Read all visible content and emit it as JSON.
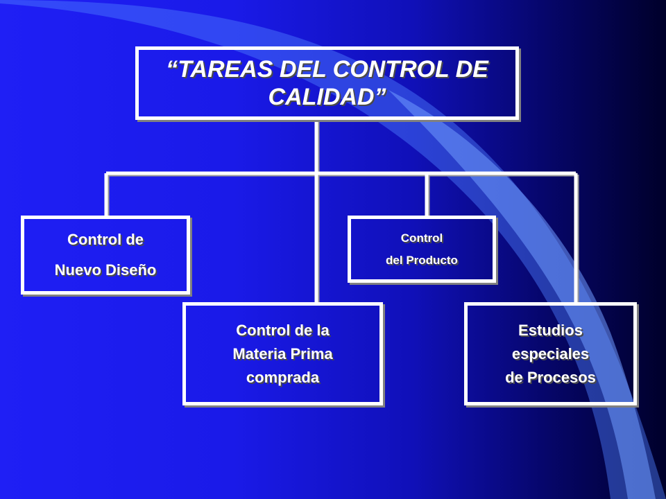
{
  "diagram": {
    "title_lines": [
      "“TAREAS DEL CONTROL DE",
      "CALIDAD”"
    ],
    "nodes": {
      "nuevo_diseno": {
        "lines": [
          "Control de",
          "Nuevo Diseño"
        ]
      },
      "producto": {
        "lines": [
          "Control",
          "del Producto"
        ]
      },
      "materia_prima": {
        "lines": [
          "Control de la",
          "Materia Prima",
          "comprada"
        ]
      },
      "estudios": {
        "lines": [
          "Estudios",
          "especiales",
          "de Procesos"
        ]
      }
    }
  },
  "colors": {
    "background_start": "#1f1ff5",
    "background_end": "#00002a",
    "box_border": "#ffffff",
    "text": "#ffffff",
    "swoosh": "#4d7fff"
  }
}
